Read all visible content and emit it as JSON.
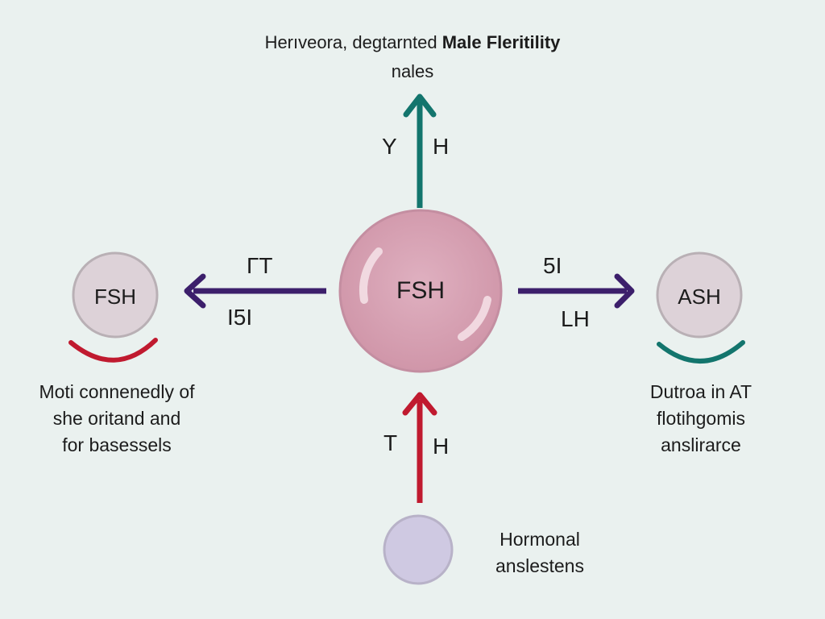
{
  "title": {
    "regular": "Herıveora, degtarnted ",
    "bold": "Male Fleritility"
  },
  "subtitle": "nales",
  "nodes": {
    "center": {
      "label": "FSH"
    },
    "left": {
      "label": "FSH"
    },
    "right": {
      "label": "ASH"
    }
  },
  "arrow_labels": {
    "top_left": "Y",
    "top_right": "H",
    "left_upper": "ΓT",
    "left_lower": "Ι5Ι",
    "right_upper": "5Ι",
    "right_lower": "LH",
    "bottom_left": "T",
    "bottom_right": "H"
  },
  "descriptions": {
    "left": [
      "Moti connenedly of",
      "she oritand and",
      "for basessels"
    ],
    "right": [
      "Dutroa in AT",
      "flotihgomis",
      "anslirarce"
    ],
    "bottom": [
      "Hormonal",
      "anslestens"
    ]
  },
  "colors": {
    "background": "#eaf1ef",
    "teal": "#13756d",
    "navy": "#3c1f6b",
    "crimson": "#c01a2f",
    "center_fill": "#d9a7b7",
    "side_fill": "#ddd2d8",
    "bottom_fill": "#cfc9e2"
  }
}
